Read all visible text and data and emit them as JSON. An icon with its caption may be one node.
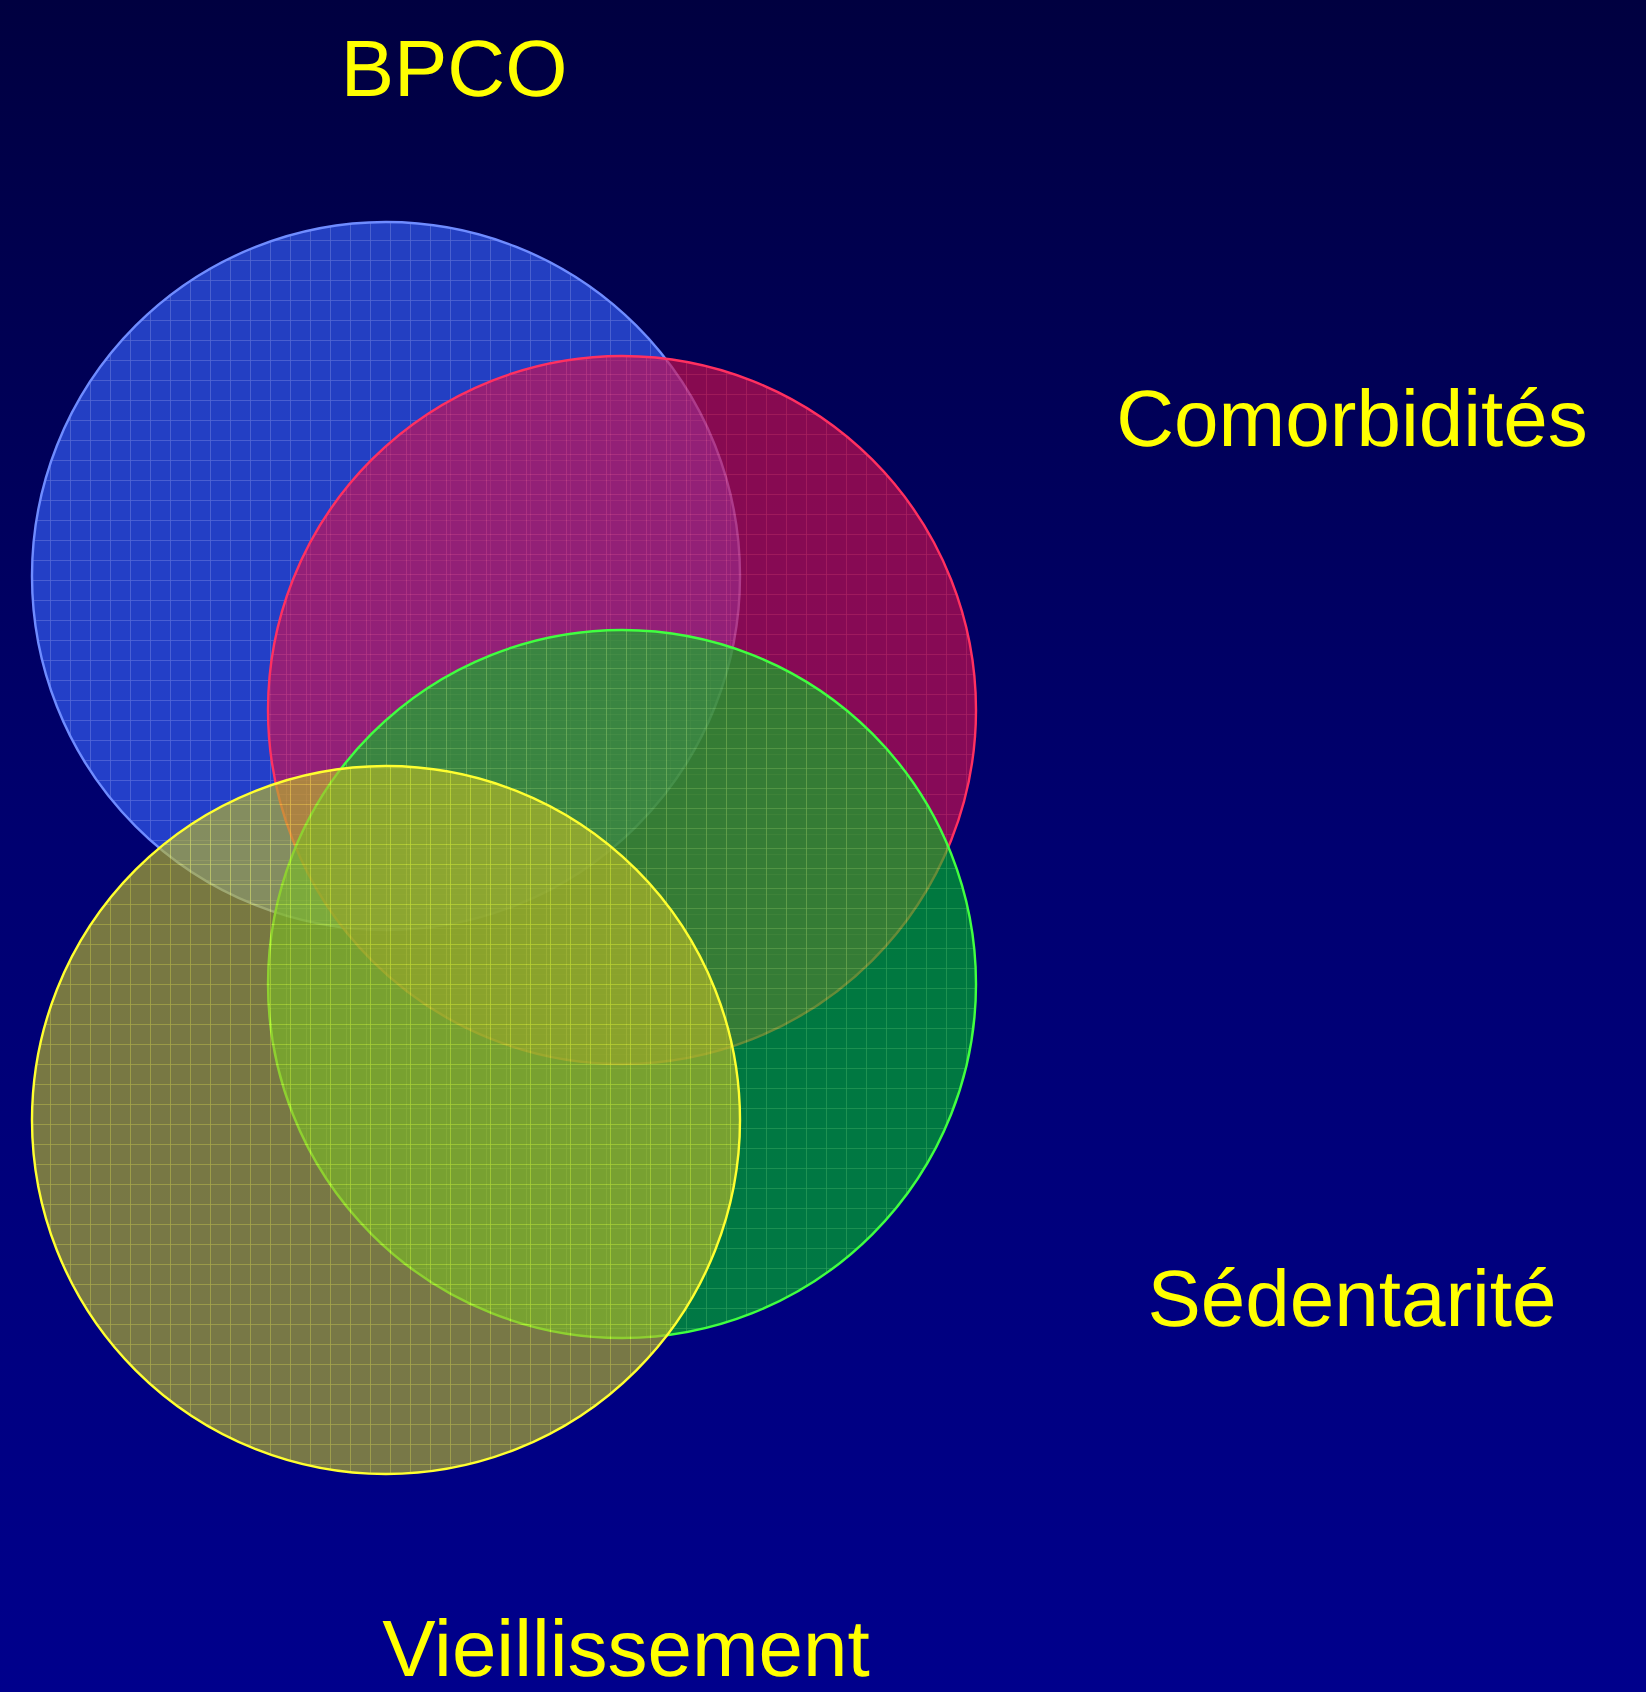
{
  "diagram": {
    "nodes": [
      {
        "text": [],
        "shape": "circle"
      },
      {
        "text": [],
        "shape": "circle"
      },
      {
        "text": [],
        "shape": "circle"
      },
      {
        "text": [],
        "shape": "circle"
      }
    ],
    "labels": [
      "BPCO",
      "Comorbidités",
      "Sédentarité",
      "Vieillissement"
    ]
  }
}
